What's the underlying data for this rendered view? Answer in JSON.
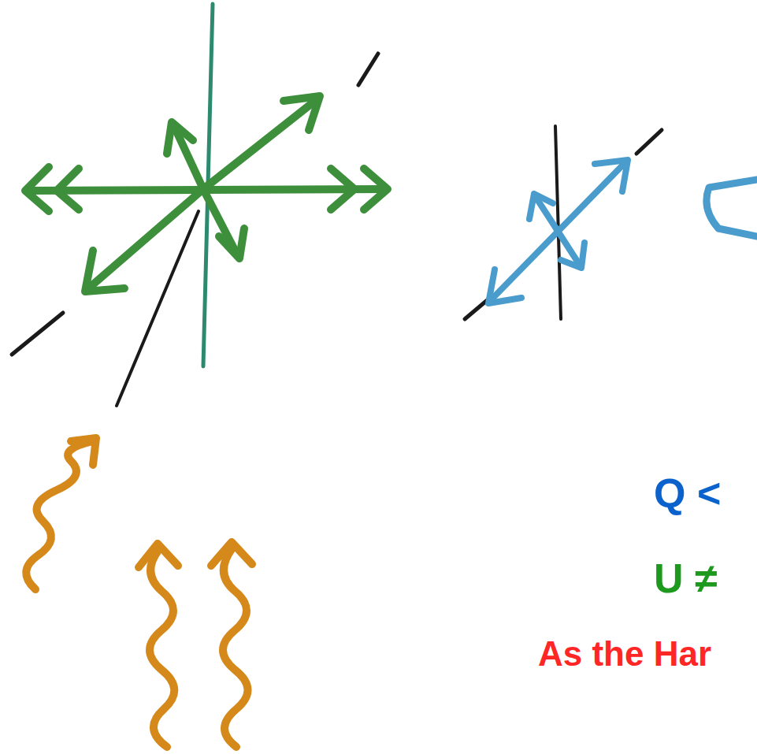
{
  "diagram": {
    "labels": [
      "Q <",
      "U ≠",
      "As the Har"
    ]
  }
}
